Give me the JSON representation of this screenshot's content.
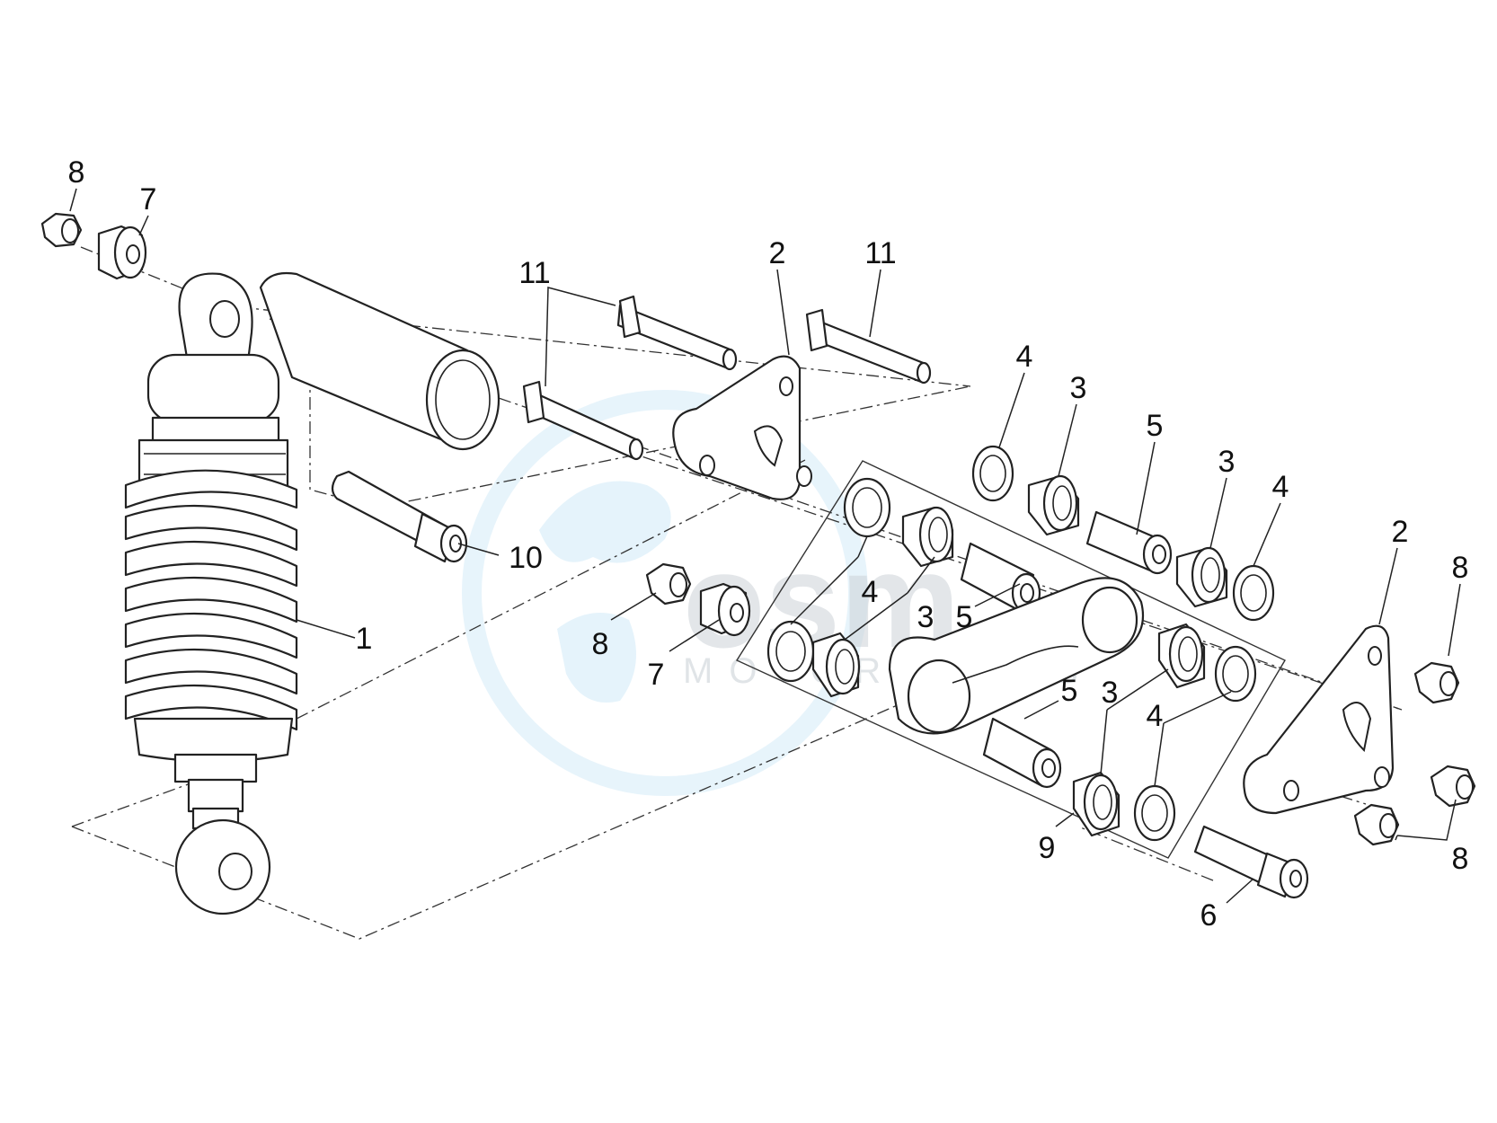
{
  "diagram": {
    "watermark": {
      "logo_text": "osm",
      "sub_text": "MOTORPARTS"
    },
    "callouts": [
      {
        "id": "c8a",
        "label": "8"
      },
      {
        "id": "c7a",
        "label": "7"
      },
      {
        "id": "c11a",
        "label": "11"
      },
      {
        "id": "c2a",
        "label": "2"
      },
      {
        "id": "c11b",
        "label": "11"
      },
      {
        "id": "c4a",
        "label": "4"
      },
      {
        "id": "c3a",
        "label": "3"
      },
      {
        "id": "c5a",
        "label": "5"
      },
      {
        "id": "c3b",
        "label": "3"
      },
      {
        "id": "c4b",
        "label": "4"
      },
      {
        "id": "c2b",
        "label": "2"
      },
      {
        "id": "c8b",
        "label": "8"
      },
      {
        "id": "c10",
        "label": "10"
      },
      {
        "id": "c1",
        "label": "1"
      },
      {
        "id": "c8c",
        "label": "8"
      },
      {
        "id": "c7b",
        "label": "7"
      },
      {
        "id": "c4c",
        "label": "4"
      },
      {
        "id": "c3c",
        "label": "3"
      },
      {
        "id": "c5b",
        "label": "5"
      },
      {
        "id": "c5c",
        "label": "5"
      },
      {
        "id": "c3d",
        "label": "3"
      },
      {
        "id": "c4d",
        "label": "4"
      },
      {
        "id": "c9",
        "label": "9"
      },
      {
        "id": "c6",
        "label": "6"
      },
      {
        "id": "c8d",
        "label": "8"
      }
    ]
  }
}
